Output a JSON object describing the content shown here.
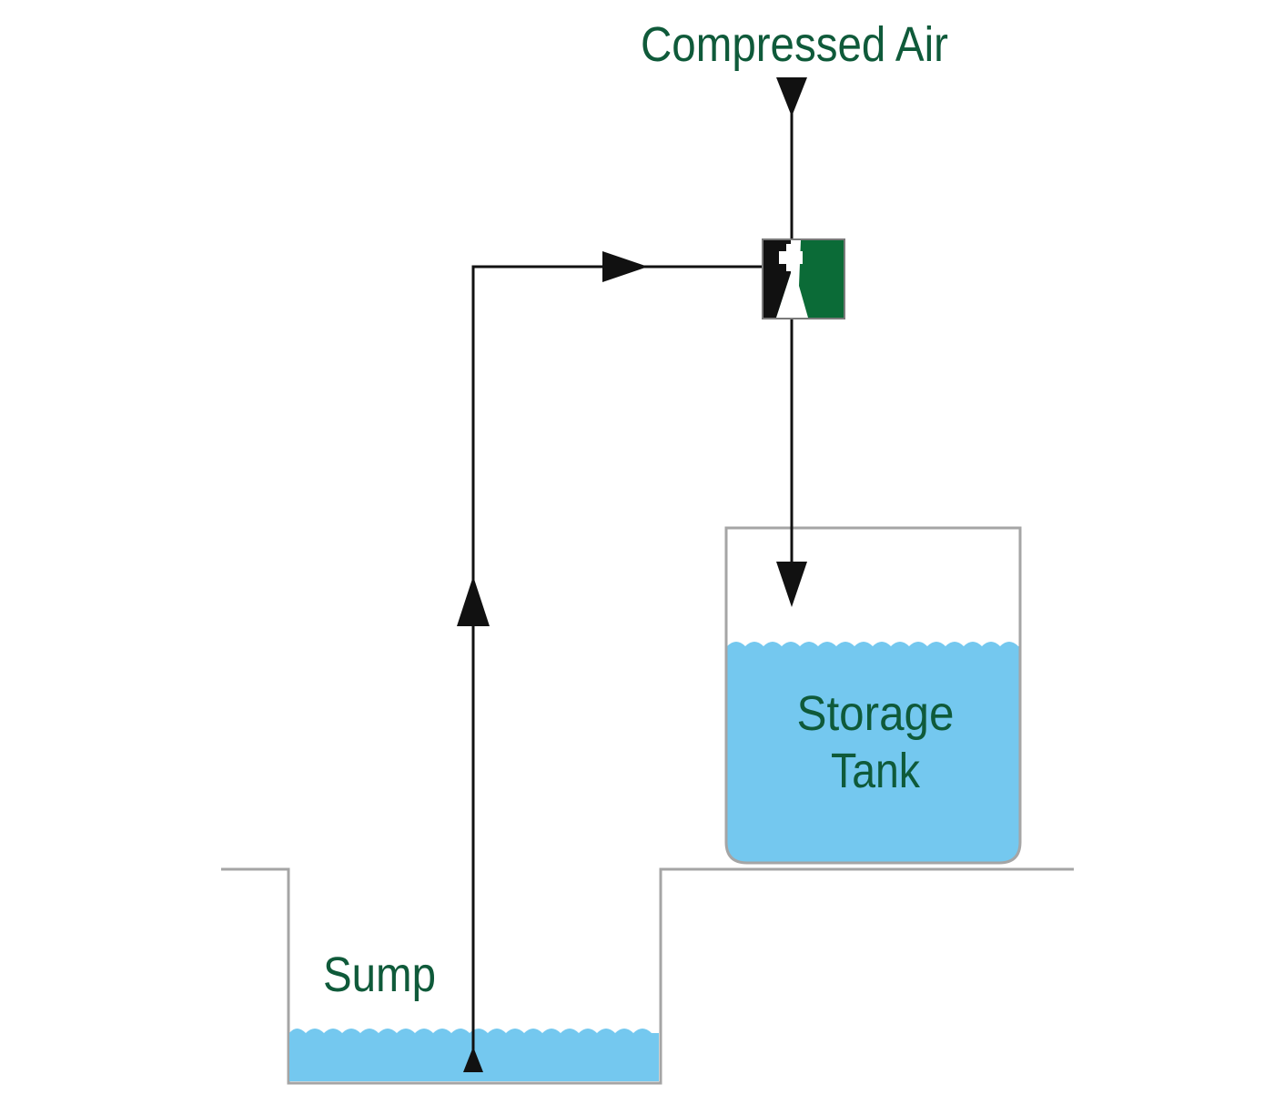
{
  "labels": {
    "compressed_air": "Compressed Air",
    "storage_tank_line1": "Storage",
    "storage_tank_line2": "Tank",
    "sump": "Sump"
  },
  "colors": {
    "label_text": "#0f5a3a",
    "water": "#74c8ef",
    "outline": "#a5a5a5",
    "pipe": "#111111",
    "pump_green": "#0b6b37"
  },
  "components": {
    "source": "sump",
    "device": "air-lift-pump",
    "destination": "storage-tank",
    "energy_input": "compressed-air"
  }
}
